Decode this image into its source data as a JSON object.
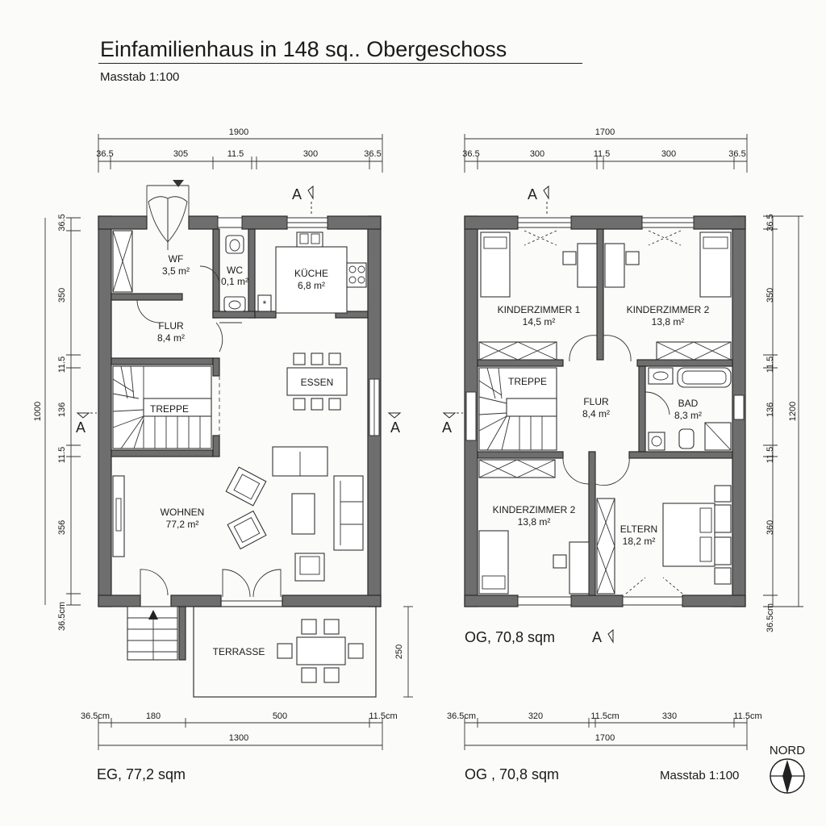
{
  "title": "Einfamilienhaus in 148 sq.. Obergeschoss",
  "scale": "Masstab 1:100",
  "scale_bottom": "Masstab 1:100",
  "north": "NORD",
  "eg": {
    "label": "EG, 77,2 sqm",
    "dims_top_total": "1900",
    "dims_top": [
      "36.5",
      "305",
      "11.5",
      "300",
      "36.5"
    ],
    "dims_left_total": "1000",
    "dims_left": [
      "36.5",
      "350",
      "11.5",
      "136",
      "11.5",
      "356",
      "36.5cm"
    ],
    "dims_bottom": [
      "36.5cm",
      "180",
      "500",
      "11.5cm"
    ],
    "dims_bottom_total": "1300",
    "terrace_dim": "250",
    "section_mark": "A",
    "rooms": [
      {
        "name": "WF",
        "area": "3,5 m²"
      },
      {
        "name": "WC",
        "area": "0,1 m²"
      },
      {
        "name": "KÜCHE",
        "area": "6,8 m²"
      },
      {
        "name": "FLUR",
        "area": "8,4 m²"
      },
      {
        "name": "ESSEN",
        "area": ""
      },
      {
        "name": "TREPPE",
        "area": ""
      },
      {
        "name": "WOHNEN",
        "area": "77,2 m²"
      },
      {
        "name": "TERRASSE",
        "area": ""
      }
    ]
  },
  "og": {
    "label": "OG, 70,8 sqm",
    "label_bottom": "OG , 70,8 sqm",
    "dims_top_total": "1700",
    "dims_top": [
      "36.5",
      "300",
      "11.5",
      "300",
      "36.5"
    ],
    "dims_right_total": "1200",
    "dims_right": [
      "36.5",
      "350",
      "11.5",
      "136",
      "11.5",
      "360",
      "36.5cm"
    ],
    "dims_bottom": [
      "36.5cm",
      "320",
      "11.5cm",
      "330",
      "11.5cm"
    ],
    "dims_bottom_total": "1700",
    "section_mark": "A",
    "rooms": [
      {
        "name": "KINDERZIMMER 1",
        "area": "14,5 m²"
      },
      {
        "name": "KINDERZIMMER 2",
        "area": "13,8 m²"
      },
      {
        "name": "TREPPE",
        "area": ""
      },
      {
        "name": "FLUR",
        "area": "8,4 m²"
      },
      {
        "name": "BAD",
        "area": "8,3 m²"
      },
      {
        "name": "KINDERZIMMER 2",
        "area": "13,8 m²"
      },
      {
        "name": "ELTERN",
        "area": "18,2 m²"
      }
    ]
  }
}
